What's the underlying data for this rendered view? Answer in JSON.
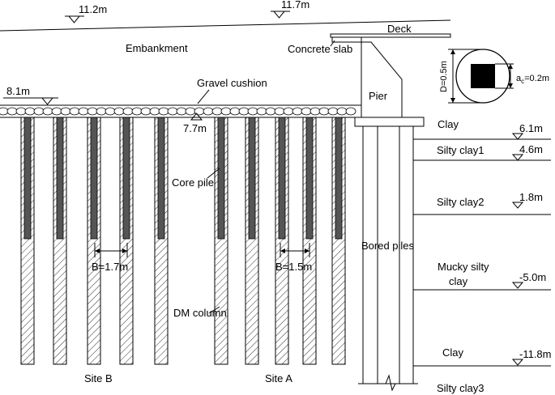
{
  "elevations": {
    "top_left": "11.2m",
    "top_right": "11.7m",
    "embankment_left": "8.1m",
    "cushion_bottom": "7.7m"
  },
  "labels": {
    "embankment": "Embankment",
    "deck": "Deck",
    "concrete_slab": "Concrete slab",
    "gravel_cushion": "Gravel cushion",
    "pier": "Pier",
    "core_pile": "Core pile",
    "dm_column": "DM column",
    "bored_piles": "Bored piles",
    "site_b": "Site B",
    "site_a": "Site A",
    "spacing_b": "B=1.7m",
    "spacing_a": "B=1.5m"
  },
  "section_detail": {
    "diameter": "D=0.5m",
    "core_size_prefix": "a",
    "core_size_sub": "c",
    "core_size_value": "=0.2m"
  },
  "soil_layers": [
    {
      "name": "Clay",
      "elevation": "6.1m"
    },
    {
      "name": "Silty clay1",
      "elevation": "4.6m"
    },
    {
      "name": "Silty clay2",
      "elevation": "1.8m"
    },
    {
      "name": "Mucky silty",
      "name2": "clay",
      "elevation": "-5.0m"
    },
    {
      "name": "Clay",
      "elevation": "-11.8m"
    },
    {
      "name": "Silty clay3",
      "elevation": ""
    }
  ],
  "colors": {
    "line": "#000000",
    "core": "#555555",
    "hatch": "#333333"
  }
}
